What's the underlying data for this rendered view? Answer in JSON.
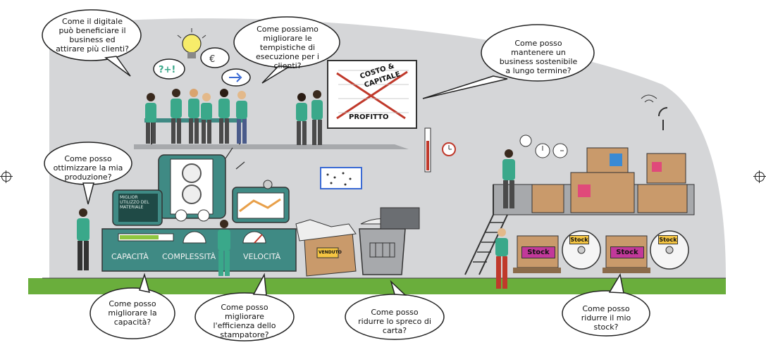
{
  "bubbles": {
    "digital": "Come il digitale può beneficiare il business ed attirare più clienti?",
    "timing": "Come possiamo migliorare le tempistiche di esecuzione per i clienti?",
    "sustain": "Come posso mantenere un business sostenibile a lungo termine?",
    "optimize": "Come posso ottimizzare la mia produzione?",
    "capacity": "Come posso migliorare la capacità?",
    "efficiency": "Come posso migliorare l'efficienza dello stampatore?",
    "paper": "Come posso ridurre lo spreco di carta?",
    "stock": "Come posso ridurre il mio stock?"
  },
  "chart_board": {
    "top": "COSTO &",
    "top2": "CAPITALE",
    "bottom": "PROFITTO"
  },
  "machine": {
    "screen": "MIGLIOR UTILIZZO DEL MATERIALE",
    "capacita": "CAPACITÀ",
    "complessita": "COMPLESSITÀ",
    "velocita": "VELOCITÀ"
  },
  "box_label": "VENDUTO",
  "stock_labels": [
    "Stock",
    "Stock",
    "Stock",
    "Stock"
  ],
  "icons": [
    "lightbulb-icon",
    "alarm-clock-icon",
    "wall-clock-icon",
    "satellite-dish-icon",
    "trash-bin-icon"
  ],
  "colors": {
    "staff": "#3aa88a",
    "wall": "#d5d6d8",
    "floor": "#6aae3c",
    "machine": "#3f8a84",
    "box": "#c99a6b"
  }
}
